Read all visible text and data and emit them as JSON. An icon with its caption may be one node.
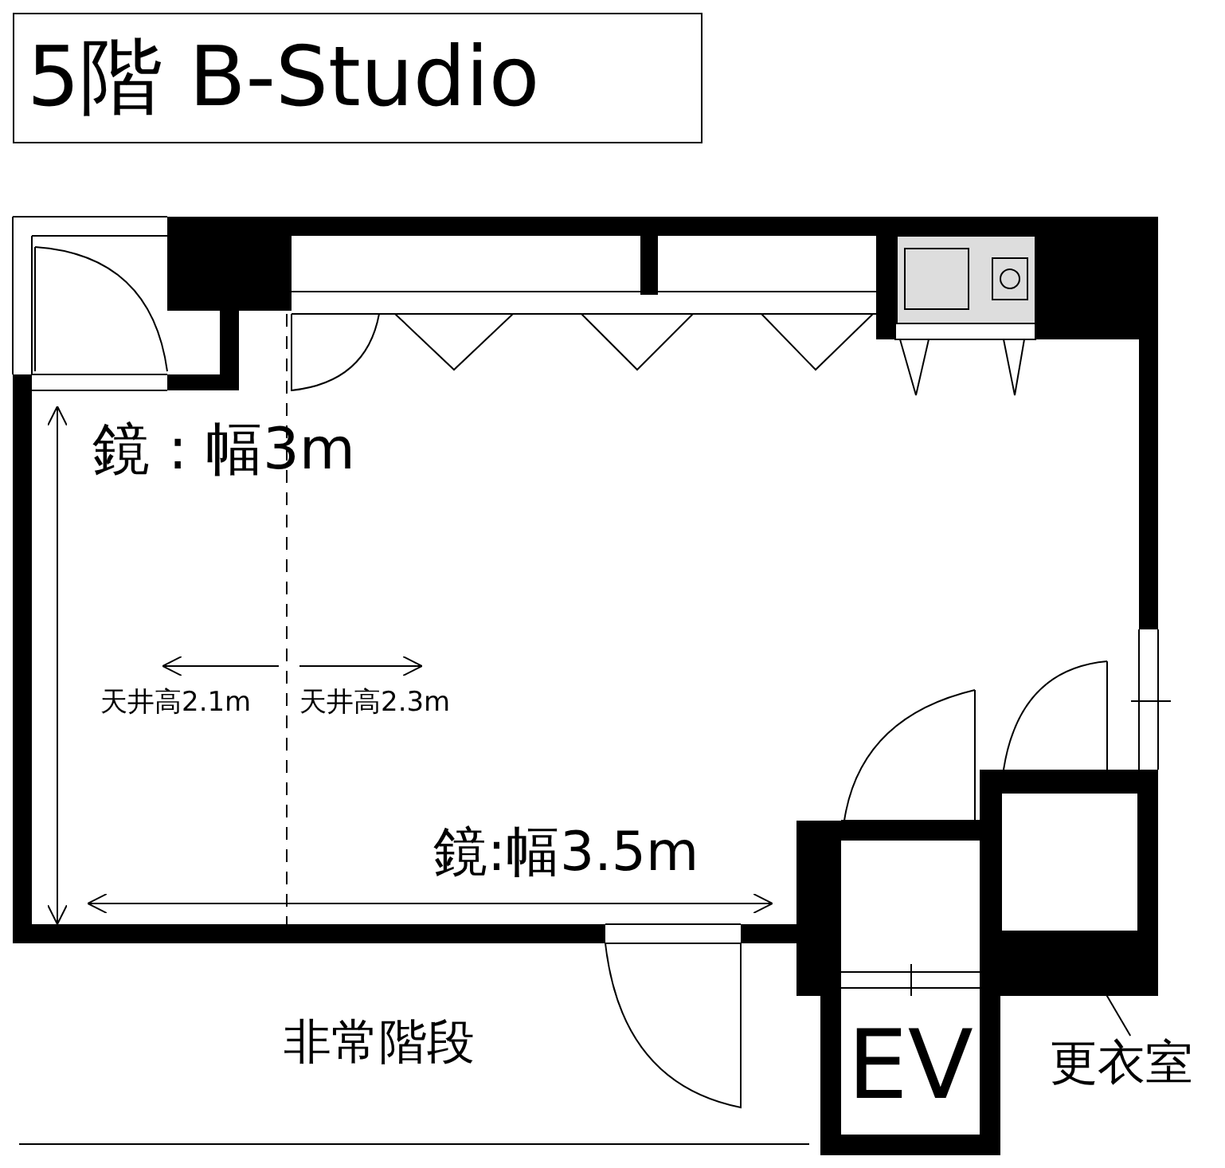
{
  "diagram": {
    "title": "5階 B-Studio",
    "nodes": [
      {
        "text": [
          "EV"
        ]
      },
      {
        "text": [
          "更衣室"
        ]
      },
      {
        "text": [],
        "shape": "box"
      }
    ],
    "edges": [
      {
        "from": 1,
        "to": 2,
        "arrow": "none"
      }
    ],
    "labels": [
      "鏡 : 幅3m",
      "天井高2.1m",
      "天井高2.3m",
      "鏡:幅3.5m",
      "非常階段"
    ]
  }
}
